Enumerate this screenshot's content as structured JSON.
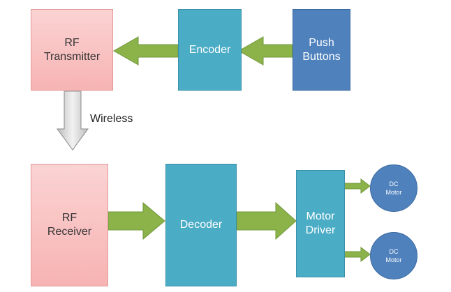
{
  "diagram": {
    "rf_transmitter": "RF\nTransmitter",
    "encoder": "Encoder",
    "push_buttons": "Push\nButtons",
    "wireless_label": "Wireless",
    "rf_receiver": "RF\nReceiver",
    "decoder": "Decoder",
    "motor_driver": "Motor\nDriver",
    "dc_motor_1": "DC\nMotor",
    "dc_motor_2": "DC\nMotor"
  },
  "colors": {
    "pink_block": "#f7b3b3",
    "teal_block": "#4bacc6",
    "blue_block": "#4f81bd",
    "green_arrow": "#8bb34a",
    "grey_arrow": "#d4d4d4"
  }
}
